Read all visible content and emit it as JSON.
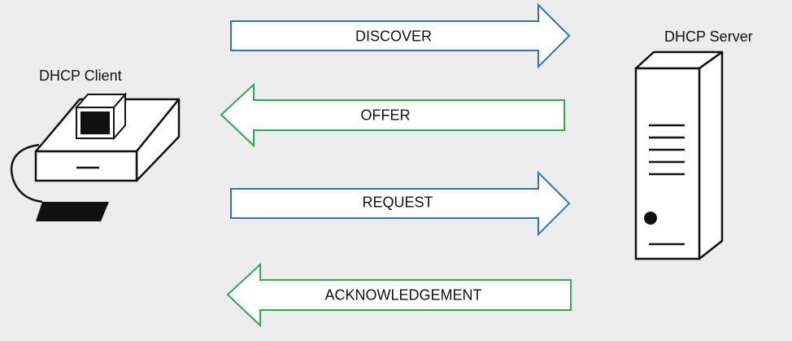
{
  "client": {
    "label": "DHCP Client"
  },
  "server": {
    "label": "DHCP Server"
  },
  "messages": [
    {
      "id": "discover",
      "label": "DISCOVER",
      "direction": "client-to-server",
      "color": "#2e75b6"
    },
    {
      "id": "offer",
      "label": "OFFER",
      "direction": "server-to-client",
      "color": "#2fa84f"
    },
    {
      "id": "request",
      "label": "REQUEST",
      "direction": "client-to-server",
      "color": "#2e75b6"
    },
    {
      "id": "acknowledgement",
      "label": "ACKNOWLEDGEMENT",
      "direction": "server-to-client",
      "color": "#2fa84f"
    }
  ],
  "colors": {
    "background": "#ececec",
    "outline": "#111111",
    "blue_arrow": "#2e75b6",
    "green_arrow": "#2fa84f"
  },
  "icons": {
    "client": "desktop-computer-icon",
    "server": "server-tower-icon"
  }
}
